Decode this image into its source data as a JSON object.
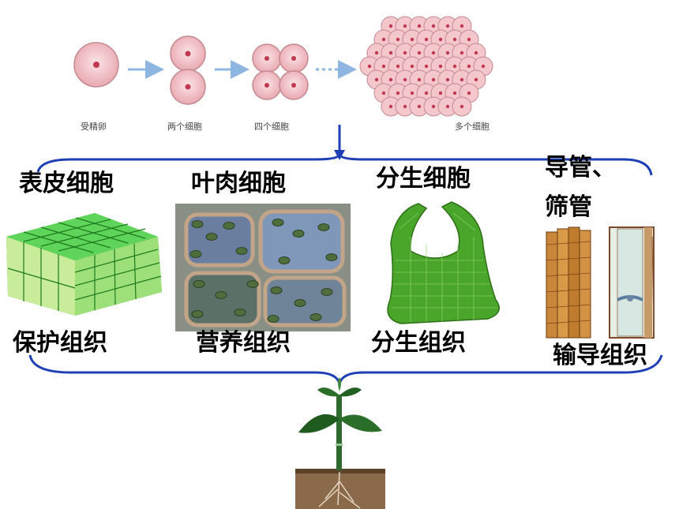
{
  "division": {
    "stages": [
      {
        "label": "受精卵"
      },
      {
        "label": "两个细胞"
      },
      {
        "label": "四个细胞"
      },
      {
        "label": "多个细胞"
      }
    ]
  },
  "cell_types": [
    {
      "cell": "表皮细胞",
      "tissue": "保护组织"
    },
    {
      "cell": "叶肉细胞",
      "tissue": "营养组织"
    },
    {
      "cell": "分生细胞",
      "tissue": "分生组织"
    },
    {
      "cell_line1": "导管、",
      "cell_line2": "筛管",
      "tissue": "输导组织"
    }
  ],
  "colors": {
    "cell_fill": "#f4c7cc",
    "cell_nucleus": "#c0394f",
    "arrow_light": "#8fb6e0",
    "bracket": "#1f3fb4",
    "epidermis_green": "#3cc23c",
    "meristem_green": "#4aa62a"
  }
}
